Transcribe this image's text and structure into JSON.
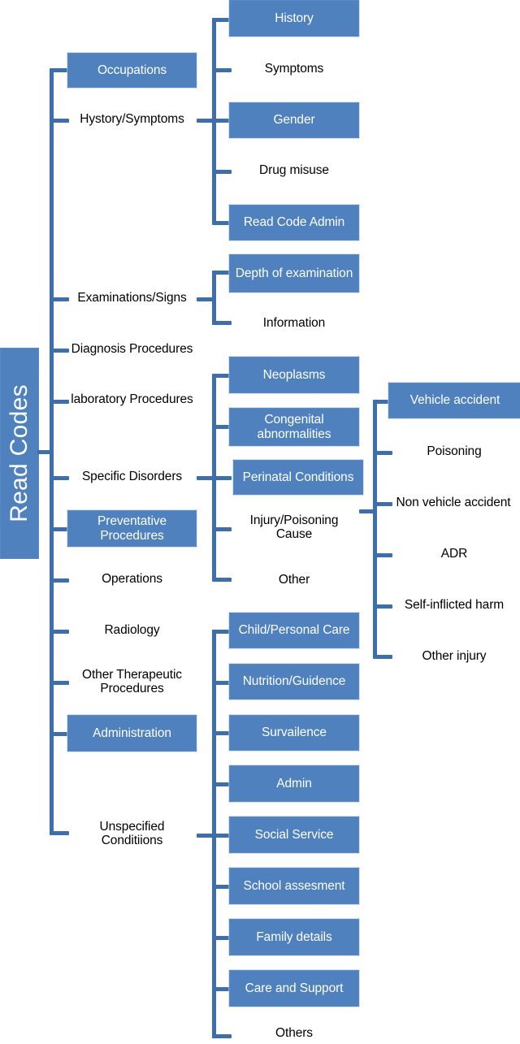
{
  "title": "Read Codes hierarchy diagram",
  "colors": {
    "box_fill": "#4E81BD",
    "box_text": "#FFFFFF",
    "plain_text": "#000000",
    "connector": "#3D6FAF",
    "background": "#FFFFFF"
  },
  "root": {
    "label": "Read Codes",
    "boxed": true,
    "orientation": "vertical"
  },
  "chart_data": {
    "type": "tree",
    "title": "Read Codes",
    "root": "Read Codes",
    "levels": 4,
    "nodes": [
      {
        "id": "occupations",
        "label": "Occupations",
        "level": 1,
        "parent": "Read Codes",
        "boxed": true
      },
      {
        "id": "history-symptoms",
        "label": "Hystory/Symptoms",
        "level": 1,
        "parent": "Read Codes",
        "boxed": false
      },
      {
        "id": "examinations-signs",
        "label": "Examinations/Signs",
        "level": 1,
        "parent": "Read Codes",
        "boxed": false
      },
      {
        "id": "diagnosis-procedures",
        "label": "Diagnosis Procedures",
        "level": 1,
        "parent": "Read Codes",
        "boxed": false
      },
      {
        "id": "laboratory-procedures",
        "label": "laboratory Procedures",
        "level": 1,
        "parent": "Read Codes",
        "boxed": false
      },
      {
        "id": "specific-disorders",
        "label": "Specific Disorders",
        "level": 1,
        "parent": "Read Codes",
        "boxed": false
      },
      {
        "id": "preventative-procedures",
        "label": "Preventative Procedures",
        "level": 1,
        "parent": "Read Codes",
        "boxed": true
      },
      {
        "id": "operations",
        "label": "Operations",
        "level": 1,
        "parent": "Read Codes",
        "boxed": false
      },
      {
        "id": "radiology",
        "label": "Radiology",
        "level": 1,
        "parent": "Read Codes",
        "boxed": false
      },
      {
        "id": "other-therapeutic-procedures",
        "label": "Other Therapeutic Procedures",
        "level": 1,
        "parent": "Read Codes",
        "boxed": false
      },
      {
        "id": "administration",
        "label": "Administration",
        "level": 1,
        "parent": "Read Codes",
        "boxed": true
      },
      {
        "id": "unspecified-conditions",
        "label": "Unspecified Conditiions",
        "level": 1,
        "parent": "Read Codes",
        "boxed": false
      },
      {
        "id": "history",
        "label": "History",
        "level": 2,
        "parent": "history-symptoms",
        "boxed": true
      },
      {
        "id": "symptoms",
        "label": "Symptoms",
        "level": 2,
        "parent": "history-symptoms",
        "boxed": false
      },
      {
        "id": "gender",
        "label": "Gender",
        "level": 2,
        "parent": "history-symptoms",
        "boxed": true
      },
      {
        "id": "drug-misuse",
        "label": "Drug misuse",
        "level": 2,
        "parent": "history-symptoms",
        "boxed": false
      },
      {
        "id": "read-code-admin",
        "label": "Read Code Admin",
        "level": 2,
        "parent": "history-symptoms",
        "boxed": true
      },
      {
        "id": "depth-of-examination",
        "label": "Depth of examination",
        "level": 2,
        "parent": "examinations-signs",
        "boxed": true
      },
      {
        "id": "information",
        "label": "Information",
        "level": 2,
        "parent": "examinations-signs",
        "boxed": false
      },
      {
        "id": "neoplasms",
        "label": "Neoplasms",
        "level": 2,
        "parent": "specific-disorders",
        "boxed": true
      },
      {
        "id": "congenital-abnormalities",
        "label": "Congenital abnormalities",
        "level": 2,
        "parent": "specific-disorders",
        "boxed": true
      },
      {
        "id": "perinatal-conditions",
        "label": "Perinatal Conditions",
        "level": 2,
        "parent": "specific-disorders",
        "boxed": true
      },
      {
        "id": "injury-poisoning-cause",
        "label": "Injury/Poisoning Cause",
        "level": 2,
        "parent": "specific-disorders",
        "boxed": false
      },
      {
        "id": "other",
        "label": "Other",
        "level": 2,
        "parent": "specific-disorders",
        "boxed": false
      },
      {
        "id": "vehicle-accident",
        "label": "Vehicle accident",
        "level": 3,
        "parent": "injury-poisoning-cause",
        "boxed": true
      },
      {
        "id": "poisoning",
        "label": "Poisoning",
        "level": 3,
        "parent": "injury-poisoning-cause",
        "boxed": false
      },
      {
        "id": "non-vehicle-accident",
        "label": "Non vehicle accident",
        "level": 3,
        "parent": "injury-poisoning-cause",
        "boxed": false
      },
      {
        "id": "adr",
        "label": "ADR",
        "level": 3,
        "parent": "injury-poisoning-cause",
        "boxed": false
      },
      {
        "id": "self-inflicted-harm",
        "label": "Self-inflicted harm",
        "level": 3,
        "parent": "injury-poisoning-cause",
        "boxed": false
      },
      {
        "id": "other-injury",
        "label": "Other injury",
        "level": 3,
        "parent": "injury-poisoning-cause",
        "boxed": false
      },
      {
        "id": "child-personal-care",
        "label": "Child/Personal Care",
        "level": 2,
        "parent": "administration",
        "boxed": true
      },
      {
        "id": "nutrition-guidance",
        "label": "Nutrition/Guidence",
        "level": 2,
        "parent": "administration",
        "boxed": true
      },
      {
        "id": "surveillance",
        "label": "Survailence",
        "level": 2,
        "parent": "administration",
        "boxed": true
      },
      {
        "id": "admin",
        "label": "Admin",
        "level": 2,
        "parent": "administration",
        "boxed": true
      },
      {
        "id": "social-service",
        "label": "Social Service",
        "level": 2,
        "parent": "administration",
        "boxed": true
      },
      {
        "id": "school-assessment",
        "label": "School assesment",
        "level": 2,
        "parent": "administration",
        "boxed": true
      },
      {
        "id": "family-details",
        "label": "Family details",
        "level": 2,
        "parent": "administration",
        "boxed": true
      },
      {
        "id": "care-and-support",
        "label": "Care and Support",
        "level": 2,
        "parent": "administration",
        "boxed": true
      },
      {
        "id": "others",
        "label": "Others",
        "level": 2,
        "parent": "administration",
        "boxed": false
      }
    ]
  },
  "level1": {
    "items": [
      {
        "label": "Occupations"
      },
      {
        "label": "Hystory/Symptoms"
      },
      {
        "label": "Examinations/Signs"
      },
      {
        "label": "Diagnosis Procedures"
      },
      {
        "label": "laboratory Procedures"
      },
      {
        "label": "Specific Disorders"
      },
      {
        "label": "Preventative Procedures"
      },
      {
        "label": "Operations"
      },
      {
        "label": "Radiology"
      },
      {
        "label": "Other Therapeutic Procedures"
      },
      {
        "label": "Administration"
      },
      {
        "label": "Unspecified Conditiions"
      }
    ]
  },
  "history_branch": {
    "items": [
      {
        "label": "History"
      },
      {
        "label": "Symptoms"
      },
      {
        "label": "Gender"
      },
      {
        "label": "Drug misuse"
      },
      {
        "label": "Read Code Admin"
      }
    ]
  },
  "examinations_branch": {
    "items": [
      {
        "label": "Depth of examination"
      },
      {
        "label": "Information"
      }
    ]
  },
  "disorders_branch": {
    "items": [
      {
        "label": "Neoplasms"
      },
      {
        "label": "Congenital abnormalities"
      },
      {
        "label": "Perinatal Conditions"
      },
      {
        "label": "Injury/Poisoning Cause"
      },
      {
        "label": "Other"
      }
    ]
  },
  "injury_branch": {
    "items": [
      {
        "label": "Vehicle accident"
      },
      {
        "label": "Poisoning"
      },
      {
        "label": "Non vehicle accident"
      },
      {
        "label": "ADR"
      },
      {
        "label": "Self-inflicted harm"
      },
      {
        "label": "Other injury"
      }
    ]
  },
  "admin_branch": {
    "items": [
      {
        "label": "Child/Personal Care"
      },
      {
        "label": "Nutrition/Guidence"
      },
      {
        "label": "Survailence"
      },
      {
        "label": "Admin"
      },
      {
        "label": "Social Service"
      },
      {
        "label": "School assesment"
      },
      {
        "label": "Family details"
      },
      {
        "label": "Care and Support"
      },
      {
        "label": "Others"
      }
    ]
  }
}
